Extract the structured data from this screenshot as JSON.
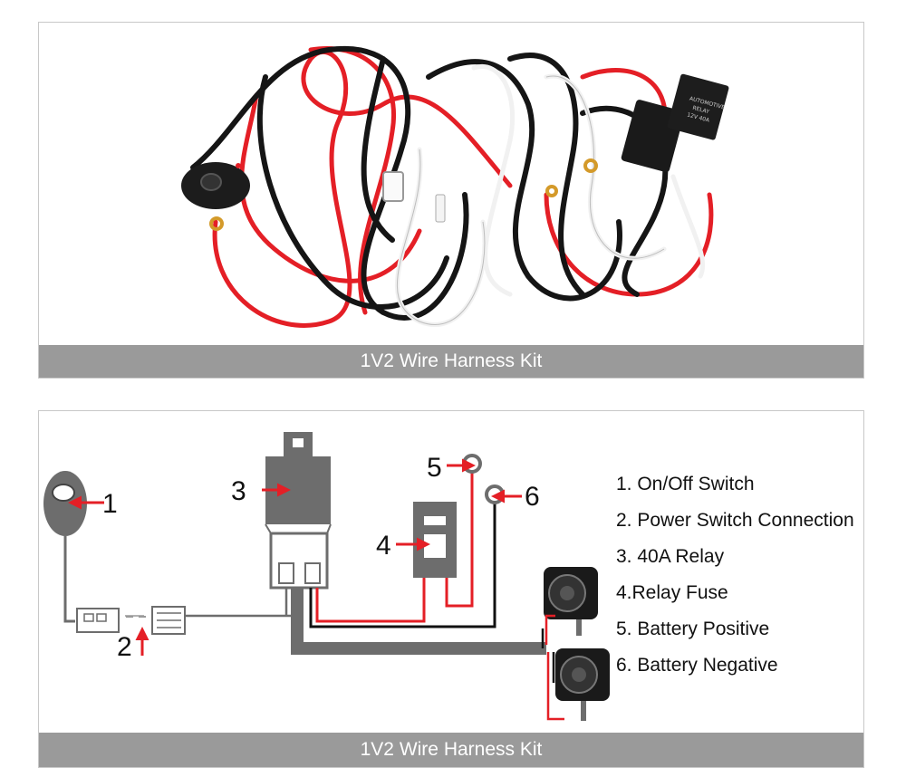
{
  "top_panel": {
    "caption": "1V2 Wire Harness Kit",
    "relay_label_lines": [
      "AUTOMOTIVE",
      "RELAY",
      "12V 40A"
    ]
  },
  "bottom_panel": {
    "caption": "1V2 Wire Harness Kit",
    "callouts": [
      "1",
      "2",
      "3",
      "4",
      "5",
      "6"
    ],
    "legend": [
      "1. On/Off Switch",
      "2. Power Switch Connection",
      "3. 40A Relay",
      "4.Relay Fuse",
      "5. Battery Positive",
      "6. Battery Negative"
    ]
  },
  "colors": {
    "wire_red": "#e41f26",
    "wire_black": "#111111",
    "wire_white": "#f4f4f4",
    "component_gray": "#6d6d6d",
    "caption_bar": "#9a9a9a"
  }
}
